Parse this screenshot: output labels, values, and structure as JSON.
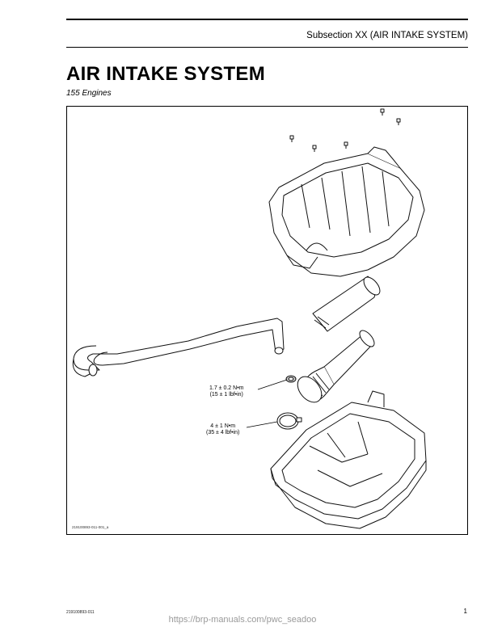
{
  "header": {
    "subsection": "Subsection XX (AIR INTAKE SYSTEM)"
  },
  "page": {
    "title": "AIR INTAKE SYSTEM",
    "subtitle": "155 Engines"
  },
  "figure": {
    "callout_1": {
      "line1": "1.7 ± 0.2 N•m",
      "line2": "(15 ± 1 lbf•in)"
    },
    "callout_2": {
      "line1": "4 ± 1 N•m",
      "line2": "(35 ± 4 lbf•in)"
    },
    "code": "219100893-011-001_a"
  },
  "footer": {
    "doc_id": "219100893-011",
    "page_number": "1",
    "url": "https://brp-manuals.com/pwc_seadoo"
  }
}
